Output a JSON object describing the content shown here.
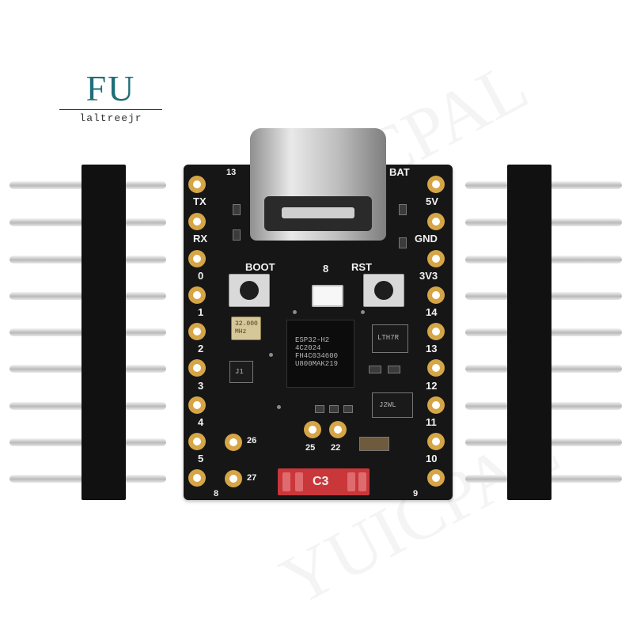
{
  "logo": {
    "brand": "FU",
    "subtitle": "laltreejr"
  },
  "watermark": "YUICPAL",
  "board": {
    "left_pins": [
      "TX",
      "RX",
      "0",
      "1",
      "2",
      "3",
      "4",
      "5"
    ],
    "right_pins": [
      "5V",
      "GND",
      "3V3",
      "14",
      "13",
      "12",
      "11",
      "10"
    ],
    "top_left_pin": "13",
    "top_right_pin": "BAT",
    "corner_left": "8",
    "corner_right": "9",
    "buttons": {
      "boot": "BOOT",
      "rst": "RST",
      "gpio": "8"
    },
    "inner_pads": [
      "26",
      "27",
      "25",
      "22"
    ],
    "chip_text": "ESP32-H2\n4C2024\nFH4C034600\nU800MAK219",
    "crystal_text": "32.000\nMHz",
    "component_labels": {
      "regulator": "LTH7R",
      "ldo": "J2WL",
      "transistor": "J1"
    },
    "model_badge": "C3"
  }
}
